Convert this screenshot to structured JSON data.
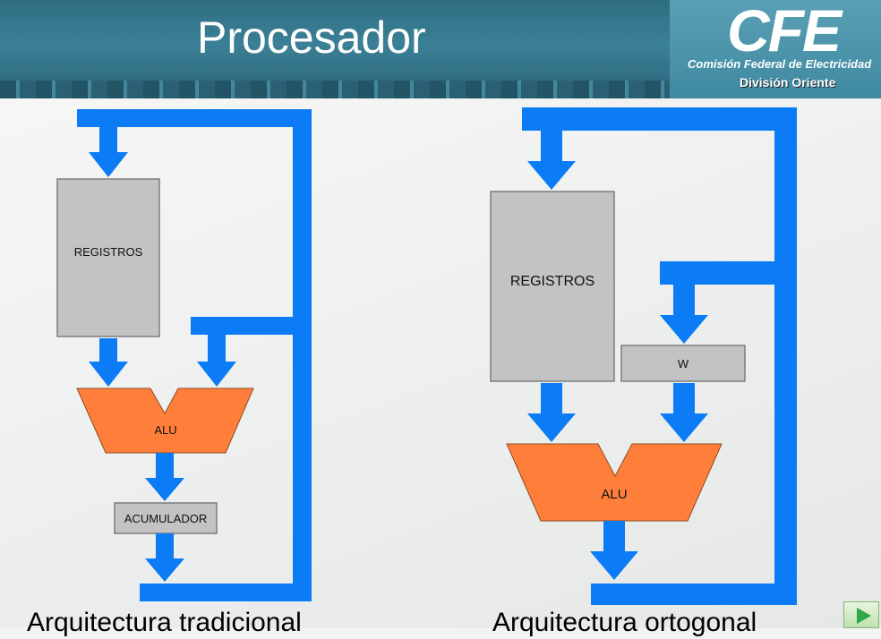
{
  "header": {
    "title": "Procesador",
    "logo": {
      "mark": "CFE",
      "line1": "Comisión Federal de Electricidad",
      "line2": "División Oriente"
    }
  },
  "diagram_left": {
    "registros": "REGISTROS",
    "alu": "ALU",
    "acumulador": "ACUMULADOR",
    "caption": "Arquitectura tradicional"
  },
  "diagram_right": {
    "registros": "REGISTROS",
    "w": "W",
    "alu": "ALU",
    "caption": "Arquitectura ortogonal"
  },
  "colors": {
    "bus": "#0b7cf6",
    "alu": "#ff7f3a",
    "box": "#c3c3c3",
    "header": "#3b8096"
  },
  "icons": {
    "next": "play-arrow-icon"
  }
}
